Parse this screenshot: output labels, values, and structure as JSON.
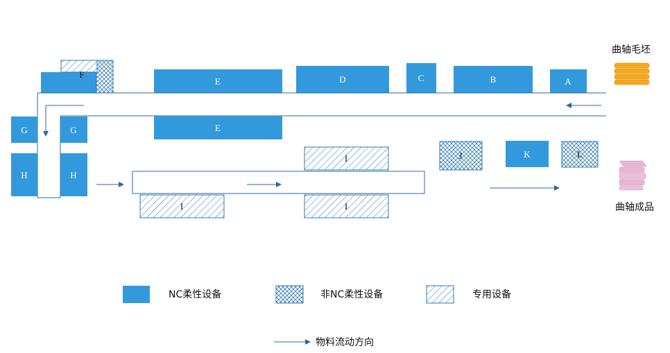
{
  "colors": {
    "nc_fill": "#3399dd",
    "hatch_stroke": "#2e78b5",
    "conveyor_stroke": "#2a6aa0",
    "arrow": "#2a6aa0",
    "raw_bar": "#f5a81f",
    "finished_bar": "#e8b5d6"
  },
  "stations": {
    "A": "A",
    "B": "B",
    "C": "C",
    "D": "D",
    "E_top": "E",
    "E_bottom": "E",
    "F": "F",
    "G_left": "G",
    "G_right": "G",
    "H_left": "H",
    "H_right": "H",
    "I_top": "I",
    "I_left": "I",
    "I_right": "I",
    "J": "J",
    "K": "K",
    "L": "L"
  },
  "labels": {
    "raw_material": "曲轴毛坯",
    "finished_product": "曲轴成品"
  },
  "legend": {
    "nc": "NC柔性设备",
    "non_nc": "非NC柔性设备",
    "special": "专用设备",
    "flow": "物料流动方向"
  },
  "icons": {
    "raw_material": "stacked-bars-icon",
    "finished_product": "stacked-bars-icon"
  }
}
